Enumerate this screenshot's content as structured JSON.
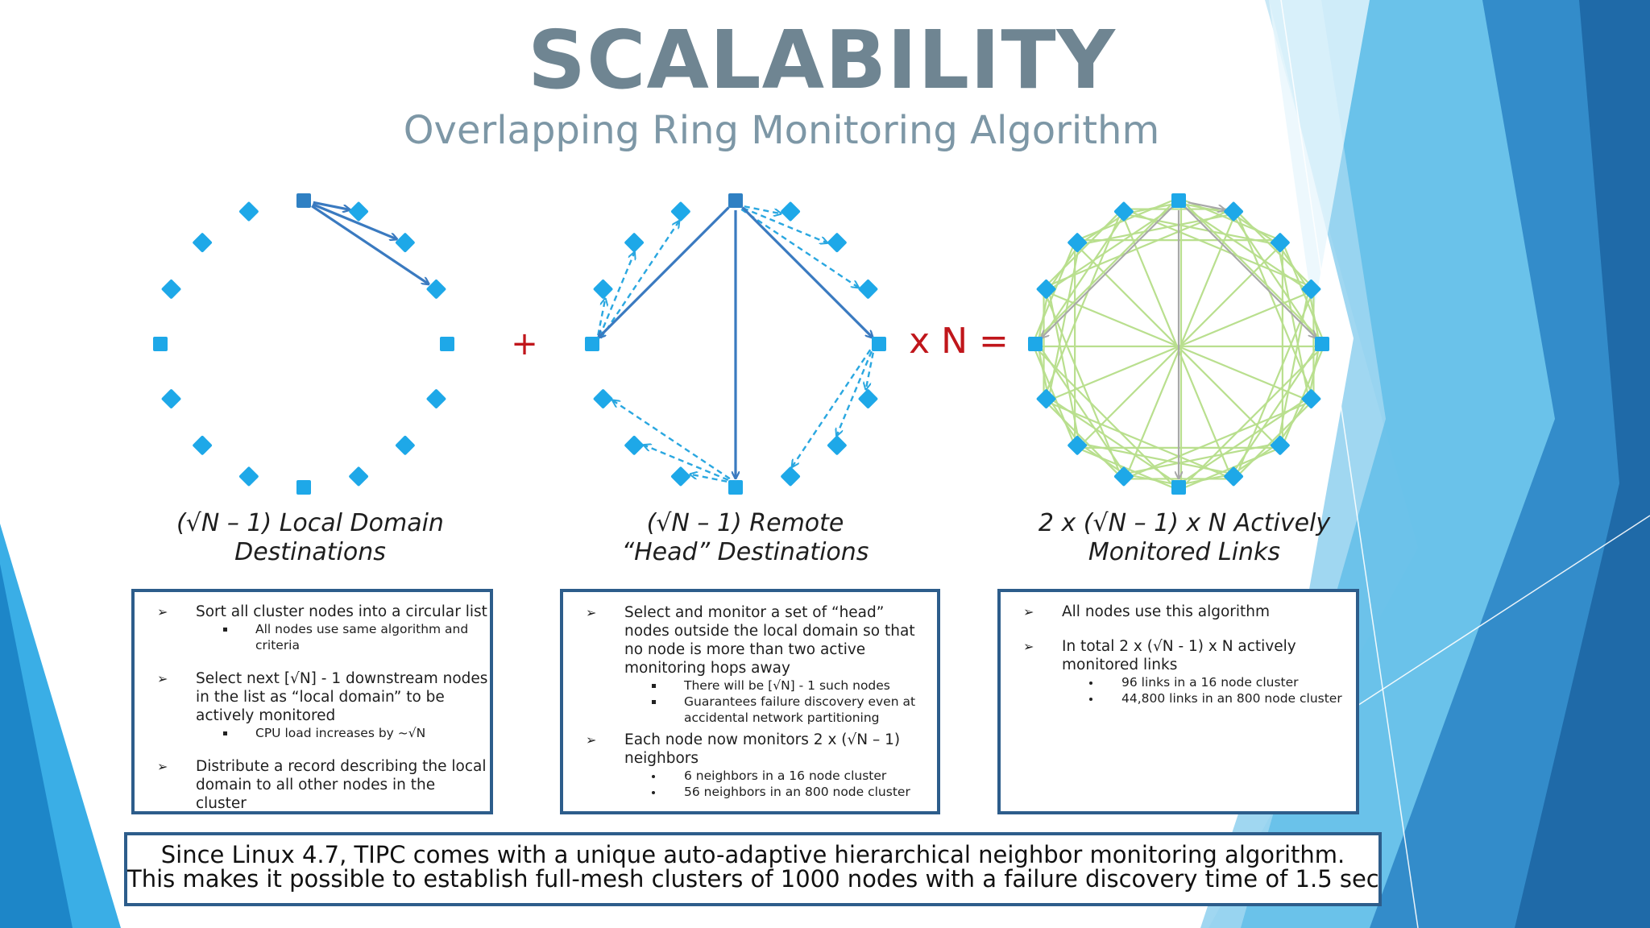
{
  "title": "SCALABILITY",
  "subtitle": "Overlapping Ring Monitoring Algorithm",
  "operators": {
    "plus": "+",
    "times_n_equals": "x N ="
  },
  "colors": {
    "title": "#6f8592",
    "subtitle": "#7d97a6",
    "node": "#1ea8e8",
    "head_node": "#2f80c3",
    "solid_arrow": "#3a7ac0",
    "dashed_arrow": "#2aa7e0",
    "mesh": "#b9df8e",
    "mesh_gray": "#a8a8a8",
    "operator": "#c0161b",
    "box_border": "#2d5d8b"
  },
  "diagrams": [
    {
      "name": "local-domain",
      "nodes": 16,
      "source_node": 0,
      "links_to": [
        1,
        2,
        3
      ],
      "arrow_style": "solid"
    },
    {
      "name": "remote-heads",
      "nodes": 16,
      "heads": [
        0,
        4,
        8,
        12
      ],
      "arrow_style": "solid+dashed"
    },
    {
      "name": "full-mesh",
      "nodes": 16,
      "link_style": "mesh"
    }
  ],
  "captions": [
    {
      "line1": "(√N – 1) Local Domain",
      "line2": "Destinations"
    },
    {
      "line1": "(√N – 1) Remote",
      "line2": "“Head” Destinations"
    },
    {
      "line1": "2 x (√N – 1) x N Actively",
      "line2": "Monitored Links"
    }
  ],
  "boxes": [
    {
      "bullets": [
        {
          "text": "Sort all cluster nodes into a circular list",
          "sub": [
            "All nodes use same algorithm and criteria"
          ],
          "sub_marker": "square"
        },
        {
          "text": "Select next [√N] - 1 downstream nodes in the list as “local domain” to be actively monitored",
          "sub": [
            "CPU load increases by ~√N"
          ],
          "sub_marker": "square"
        },
        {
          "text": "Distribute a record describing the local domain to all other nodes in the cluster",
          "sub": [],
          "sub_marker": "square"
        }
      ]
    },
    {
      "bullets": [
        {
          "text": "Select and monitor a set of “head” nodes outside the local domain so that no node is more than two active monitoring hops away",
          "sub": [
            "There will be [√N] - 1 such nodes",
            "Guarantees failure discovery even at accidental network partitioning"
          ],
          "sub_marker": "square"
        },
        {
          "text": "Each node now monitors 2 x (√N – 1) neighbors",
          "sub": [
            "6 neighbors in a 16 node cluster",
            "56 neighbors in an 800 node cluster"
          ],
          "sub_marker": "dot"
        }
      ]
    },
    {
      "bullets": [
        {
          "text": "All nodes use this algorithm",
          "sub": [],
          "sub_marker": "dot"
        },
        {
          "text": "In total 2 x (√N - 1) x N actively monitored links",
          "sub": [
            "96 links in a 16 node cluster",
            "44,800 links in an 800 node cluster"
          ],
          "sub_marker": "dot"
        }
      ]
    }
  ],
  "bottom": {
    "line1": "Since Linux 4.7, TIPC comes with a unique auto-adaptive hierarchical neighbor monitoring algorithm.",
    "line2": "This makes it possible to establish full-mesh clusters of 1000 nodes with a failure discovery time of 1.5 sec"
  }
}
